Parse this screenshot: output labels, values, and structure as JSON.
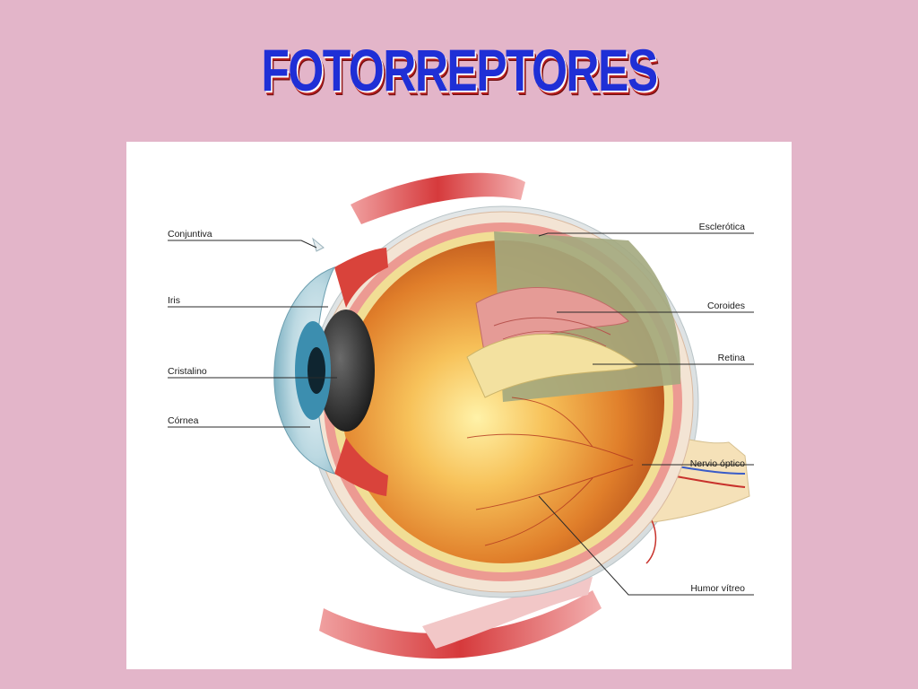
{
  "title": "FOTORREPTORES",
  "labels": {
    "conjuntiva": "Conjuntiva",
    "iris": "Iris",
    "cristalino": "Cristalino",
    "cornea": "Córnea",
    "esclerotica": "Esclerótica",
    "coroides": "Coroides",
    "retina": "Retina",
    "nervio_optico": "Nervio óptico",
    "humor_vitreo": "Humor vítreo"
  },
  "colors": {
    "background": "#e3b5c9",
    "title_fill": "#1f2fd6",
    "title_shadow": "#b81e1e",
    "muscle": "#d9484a",
    "sclera": "#f3e4d4",
    "choroid": "#e98c8c",
    "retina": "#f2e29a",
    "vitreous": "#e8892e",
    "iris": "#4d9bb8"
  }
}
